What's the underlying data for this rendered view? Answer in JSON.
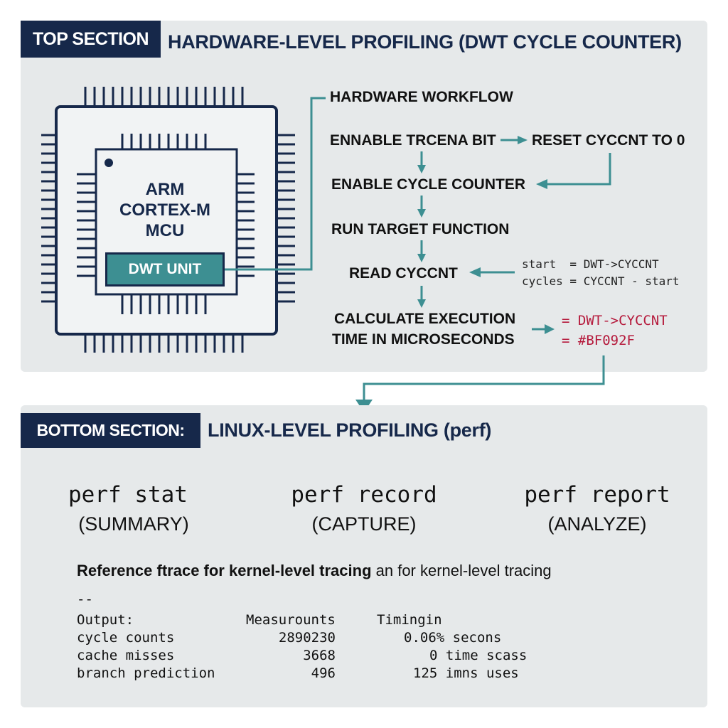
{
  "top_section": {
    "tag": "TOP SECTION",
    "title": "HARDWARE-LEVEL PROFILING (DWT CYCLE COUNTER)",
    "chip": {
      "label_lines": [
        "ARM",
        "CORTEX-M",
        "MCU"
      ],
      "unit_label": "DWT UNIT"
    },
    "workflow": {
      "heading": "HARDWARE WORKFLOW",
      "steps": [
        "ENNABLE TRCENA BIT",
        "RESET CYCCNT TO 0",
        "ENABLE CYCLE COUNTER",
        "RUN TARGET FUNCTION",
        "READ CYCCNT",
        "CALCULATE EXECUTION",
        "TIME IN MICROSECONDS"
      ],
      "code_lines": [
        "start  = DWT->CYCCNT",
        "cycles = CYCCNT - start"
      ],
      "result_lines": [
        "= DWT->CYCCNT",
        "= #BF092F"
      ]
    }
  },
  "bottom_section": {
    "tag": "BOTTOM SECTION:",
    "title": "LINUX-LEVEL PROFILING (perf)",
    "pipeline": [
      {
        "command": "perf stat",
        "label": "(SUMMARY)"
      },
      {
        "command": "perf record",
        "label": "(CAPTURE)"
      },
      {
        "command": "perf report",
        "label": "(ANALYZE)"
      }
    ],
    "reference_bold": "Reference ftrace for kernel-level tracing",
    "reference_rest": " an for kernel-level tracing",
    "separator": "--",
    "table": {
      "headers": [
        "Output:",
        "Measurounts",
        "Timingin"
      ],
      "rows": [
        {
          "metric": "cycle counts",
          "value": "2890230",
          "timing": "0.06% secons"
        },
        {
          "metric": "cache misses",
          "value": "3668",
          "timing": "0 time scass"
        },
        {
          "metric": "branch prediction",
          "value": "496",
          "timing": "125 imns uses"
        }
      ]
    }
  },
  "colors": {
    "navy": "#16284a",
    "teal": "#3d8f92",
    "red": "#b51a3c",
    "panel": "#e6e9ea"
  }
}
